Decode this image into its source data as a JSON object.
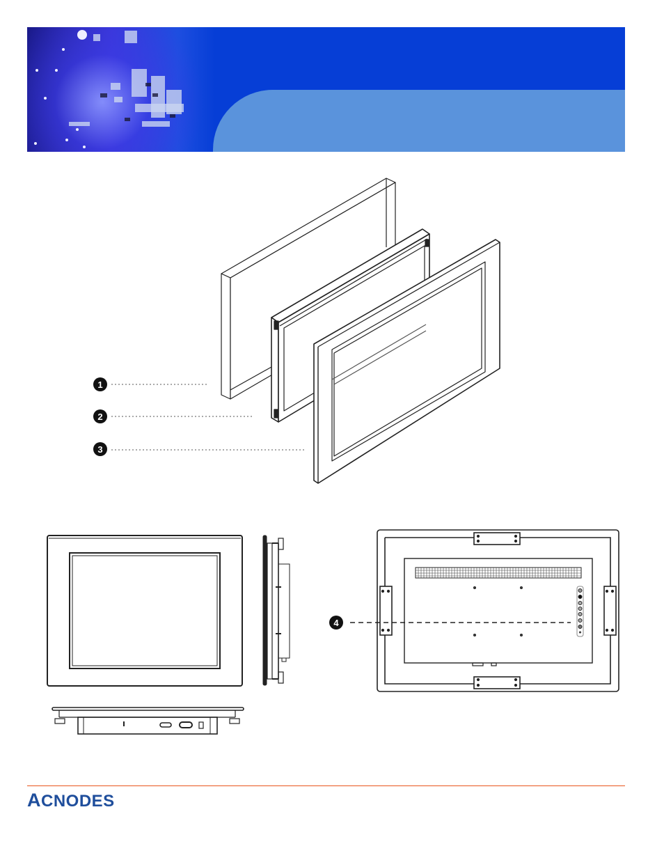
{
  "header": {
    "banner_color": "#063ed6",
    "tab_color": "#5a93dc",
    "photo": "circuit-board-image"
  },
  "exploded_view": {
    "callouts": [
      {
        "number": "1",
        "part": "lcd-panel"
      },
      {
        "number": "2",
        "part": "inner-frame"
      },
      {
        "number": "3",
        "part": "front-bezel"
      }
    ]
  },
  "rear_view": {
    "callouts": [
      {
        "number": "4",
        "part": "osd-control-buttons"
      }
    ]
  },
  "footer": {
    "logo_initial": "A",
    "logo_rest": "CNODES",
    "rule_color": "#e8541c",
    "logo_color": "#1f4e9c"
  }
}
